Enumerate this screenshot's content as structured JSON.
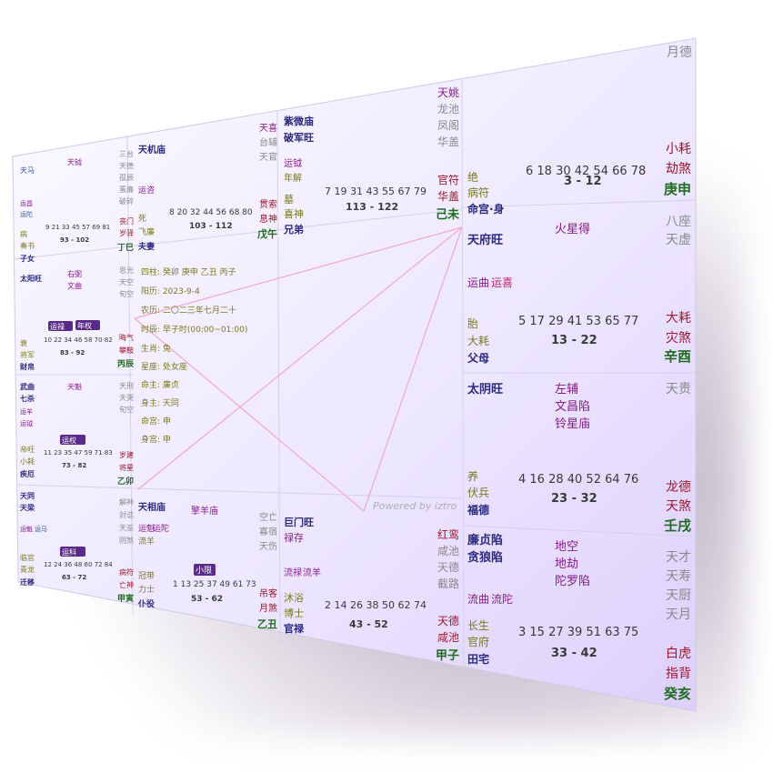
{
  "watermark": "Powered by iztro",
  "center": {
    "sizhu": "四柱: 癸卯 庚申 乙丑 丙子",
    "solar": "阳历: 2023-9-4",
    "lunar": "农历: 二〇二三年七月二十",
    "time": "时辰: 早子时(00:00~01:00)",
    "zodiac": "生肖: 兔",
    "sign": "星座: 处女座",
    "soul": "命主: 廉贞",
    "body": "身主: 天同",
    "soulpalace": "命宫: 申",
    "bodypalace": "身宫: 申"
  },
  "palaces": {
    "shen": {
      "major": "",
      "minor": [
        "月德"
      ],
      "ages": "6 18 30 42 54 66 78",
      "range": "3 - 12",
      "stage": "绝",
      "boshi": "病符",
      "suiqian": "小耗",
      "jiangqian": "劫煞",
      "stem": "庚申",
      "name": "命宫·身"
    },
    "you": {
      "major": "天府旺",
      "assist": "火星得",
      "minor": [
        "八座",
        "天虚"
      ],
      "flow": "运曲",
      "flow2": "运喜",
      "ages": "5 17 29 41 53 65 77",
      "range": "13 - 22",
      "stage": "胎",
      "boshi": "大耗",
      "suiqian": "大耗",
      "jiangqian": "灾煞",
      "stem": "辛酉",
      "name": "父母"
    },
    "xu": {
      "major": "太阴旺",
      "assist": [
        "左辅",
        "文昌陷",
        "铃星庙"
      ],
      "minor": [
        "天贵"
      ],
      "ages": "4 16 28 40 52 64 76",
      "range": "23 - 32",
      "stage": "养",
      "boshi": "伏兵",
      "suiqian": "龙德",
      "jiangqian": "天煞",
      "stem": "壬戌",
      "name": "福德"
    },
    "hai": {
      "major": [
        "廉贞陷",
        "贪狼陷"
      ],
      "assist": [
        "地空",
        "地劫",
        "陀罗陷"
      ],
      "minor": [
        "天才",
        "天寿",
        "天厨",
        "天月"
      ],
      "flow": "流曲",
      "flow2": "流陀",
      "ages": "3 15 27 39 51 63 75",
      "range": "33 - 42",
      "stage": "长生",
      "boshi": "官府",
      "suiqian": "白虎",
      "jiangqian": "指背",
      "stem": "癸亥",
      "name": "田宅"
    },
    "wei": {
      "major": [
        "紫微庙",
        "破军旺"
      ],
      "minor": [
        "天姚",
        "龙池",
        "凤阁",
        "华盖"
      ],
      "flow": "运钺",
      "flow2": "年解",
      "ages": "7 19 31 43 55 67 79",
      "range": "113 - 122",
      "stage": "墓",
      "boshi": "喜神",
      "suiqian": "官符",
      "jiangqian": "华盖",
      "stem": "己未",
      "name": "兄弟"
    },
    "wu": {
      "major": "天机庙",
      "minor": [
        "天喜",
        "台辅",
        "天官"
      ],
      "flow": "运咨",
      "ages": "8 20 32 44 56 68 80",
      "range": "103 - 112",
      "stage": "死",
      "boshi": "飞廉",
      "suiqian": "贯索",
      "jiangqian": "息神",
      "stem": "戊午",
      "name": "夫妻"
    },
    "si": {
      "major": "天马",
      "assist": "天钺",
      "minor": [
        "三台",
        "天德",
        "孤辰",
        "蜚廉",
        "破碎"
      ],
      "flow": "运昌",
      "flow2": "运陀",
      "ages": "9 21 33 45 57 69 81",
      "range": "93 - 102",
      "stage": "病",
      "boshi": "奏书",
      "suiqian": "丧门",
      "jiangqian": "岁驿",
      "stem": "丁巳",
      "name": "子女"
    },
    "chen": {
      "major": "太阳旺",
      "assist": [
        "右弼",
        "文曲"
      ],
      "minor": [
        "恩光",
        "天空",
        "旬空"
      ],
      "sihua": [
        "运禄",
        "年权"
      ],
      "ages": "10 22 34 46 58 70 82",
      "range": "83 - 92",
      "stage": "衰",
      "boshi": "将军",
      "suiqian": "晦气",
      "jiangqian": "攀鞍",
      "stem": "丙辰",
      "name": "财帛"
    },
    "mao": {
      "major": [
        "武曲",
        "七杀"
      ],
      "assist": "天魁",
      "minor": [
        "天刑",
        "天哭",
        "旬空"
      ],
      "flow": "运羊",
      "flow2": "运钺",
      "sihua": [
        "运权"
      ],
      "ages": "11 23 35 47 59 71 83",
      "range": "73 - 82",
      "stage": "帝旺",
      "boshi": "小耗",
      "suiqian": "岁建",
      "jiangqian": "将星",
      "stem": "乙卯",
      "name": "疾厄"
    },
    "yin": {
      "major": [
        "天同",
        "天梁"
      ],
      "minor": [
        "解神",
        "封诰",
        "天巫",
        "阴煞"
      ],
      "flow": "运魁",
      "flow2": "运马",
      "sihua": [
        "运科"
      ],
      "ages": "12 24 36 48 60 72 84",
      "range": "63 - 72",
      "stage": "临官",
      "boshi": "青龙",
      "suiqian": "病符",
      "jiangqian": "亡神",
      "stem": "甲寅",
      "name": "迁移"
    },
    "chou": {
      "major": "天相庙",
      "assist": "擎羊庙",
      "minor": [
        "空亡",
        "寡宿",
        "天伤"
      ],
      "flow": "运魁",
      "flow2": "运陀",
      "extra": "流羊",
      "sihua": [
        "小限"
      ],
      "ages": "1 13 25 37 49 61 73",
      "range": "53 - 62",
      "stage": "冠带",
      "boshi": "力士",
      "suiqian": "吊客",
      "jiangqian": "月煞",
      "stem": "乙丑",
      "name": "仆役"
    },
    "zi": {
      "major": "巨门旺",
      "assist": "禄存",
      "minor": [
        "红鸾",
        "咸池",
        "天德",
        "截路"
      ],
      "flow": "流禄",
      "flow2": "流羊",
      "ages": "2 14 26 38 50 62 74",
      "range": "43 - 52",
      "stage": "沐浴",
      "boshi": "博士",
      "suiqian": "天德",
      "jiangqian": "咸池",
      "stem": "甲子",
      "name": "官禄"
    }
  },
  "colors": {
    "purple": "#8a1a8a",
    "navy": "#2a2a80",
    "green": "#1f6b1f",
    "red": "#a0162a"
  }
}
